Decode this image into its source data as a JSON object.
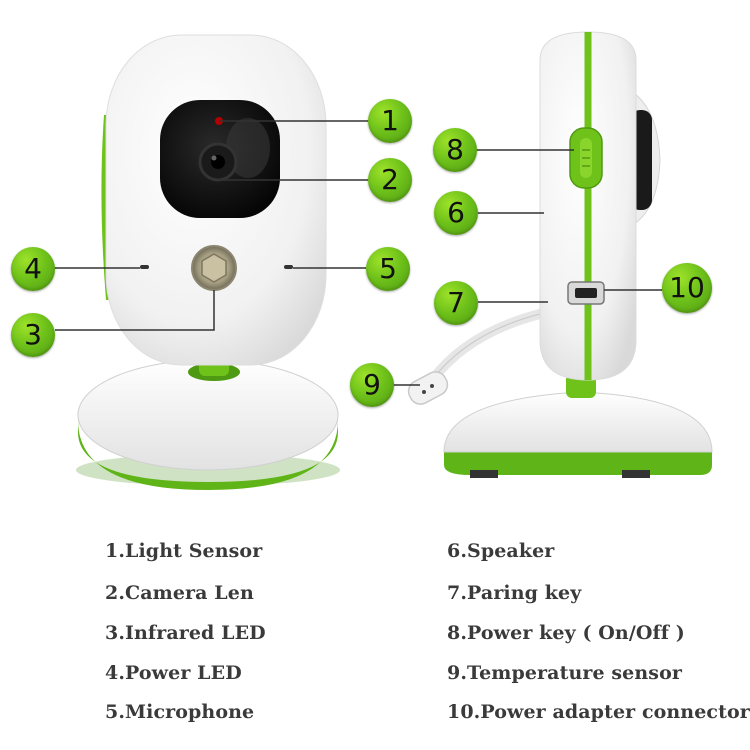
{
  "colors": {
    "accent_green": "#6fc21a",
    "device_white": "#f5f5f5",
    "lens_black": "#111111"
  },
  "callouts": [
    "1",
    "2",
    "3",
    "4",
    "5",
    "6",
    "7",
    "8",
    "9",
    "10"
  ],
  "legend": {
    "left": [
      "1.Light Sensor",
      "2.Camera Len",
      "3.Infrared LED",
      "4.Power LED",
      "5.Microphone"
    ],
    "right": [
      "6.Speaker",
      "7.Paring key",
      "8.Power key ( On/Off )",
      "9.Temperature sensor",
      "10.Power adapter connector"
    ]
  }
}
